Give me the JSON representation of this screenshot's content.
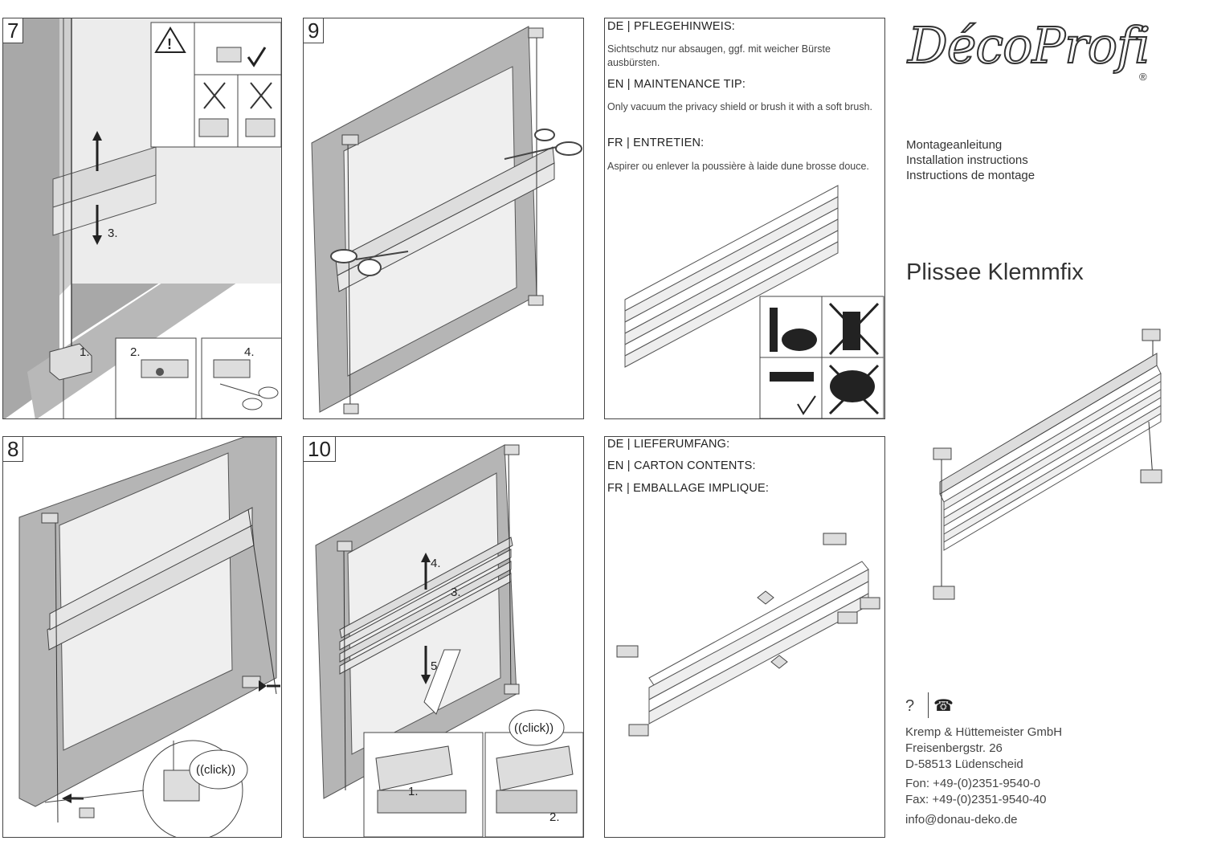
{
  "steps": {
    "s7": {
      "num": "7",
      "labels": {
        "l1": "1.",
        "l2": "2.",
        "l3": "3.",
        "l4": "4."
      }
    },
    "s8": {
      "num": "8",
      "click": "((click))"
    },
    "s9": {
      "num": "9"
    },
    "s10": {
      "num": "10",
      "click": "((click))",
      "labels": {
        "l1": "1.",
        "l2": "2.",
        "l3": "3.",
        "l4": "4.",
        "l5": "5."
      }
    }
  },
  "care": {
    "de_header": "DE | PFLEGEHINWEIS:",
    "de_text": "Sichtschutz nur absaugen, ggf. mit weicher Bürste ausbürsten.",
    "en_header": "EN | MAINTENANCE TIP:",
    "en_text": "Only vacuum the privacy shield or brush it with a soft brush.",
    "fr_header": "FR | ENTRETIEN:",
    "fr_text": "Aspirer ou enlever la poussière à laide dune brosse douce."
  },
  "contents": {
    "de_header": "DE | LIEFERUMFANG:",
    "en_header": "EN | CARTON CONTENTS:",
    "fr_header": "FR | EMBALLAGE IMPLIQUE:"
  },
  "brand": {
    "logo": "DécoProfi",
    "registered": "®",
    "subtitles": [
      "Montageanleitung",
      "Installation instructions",
      "Instructions de montage"
    ],
    "product": "Plissee Klemmfix"
  },
  "contact": {
    "help_symbol": "?",
    "phone_symbol": "☎",
    "company": "Kremp & Hüttemeister GmbH",
    "street": "Freisenbergstr. 26",
    "city": "D-58513 Lüdenscheid",
    "phone": "Fon: +49-(0)2351-9540-0",
    "fax": "Fax: +49-(0)2351-9540-40",
    "email": "info@donau-deko.de"
  }
}
